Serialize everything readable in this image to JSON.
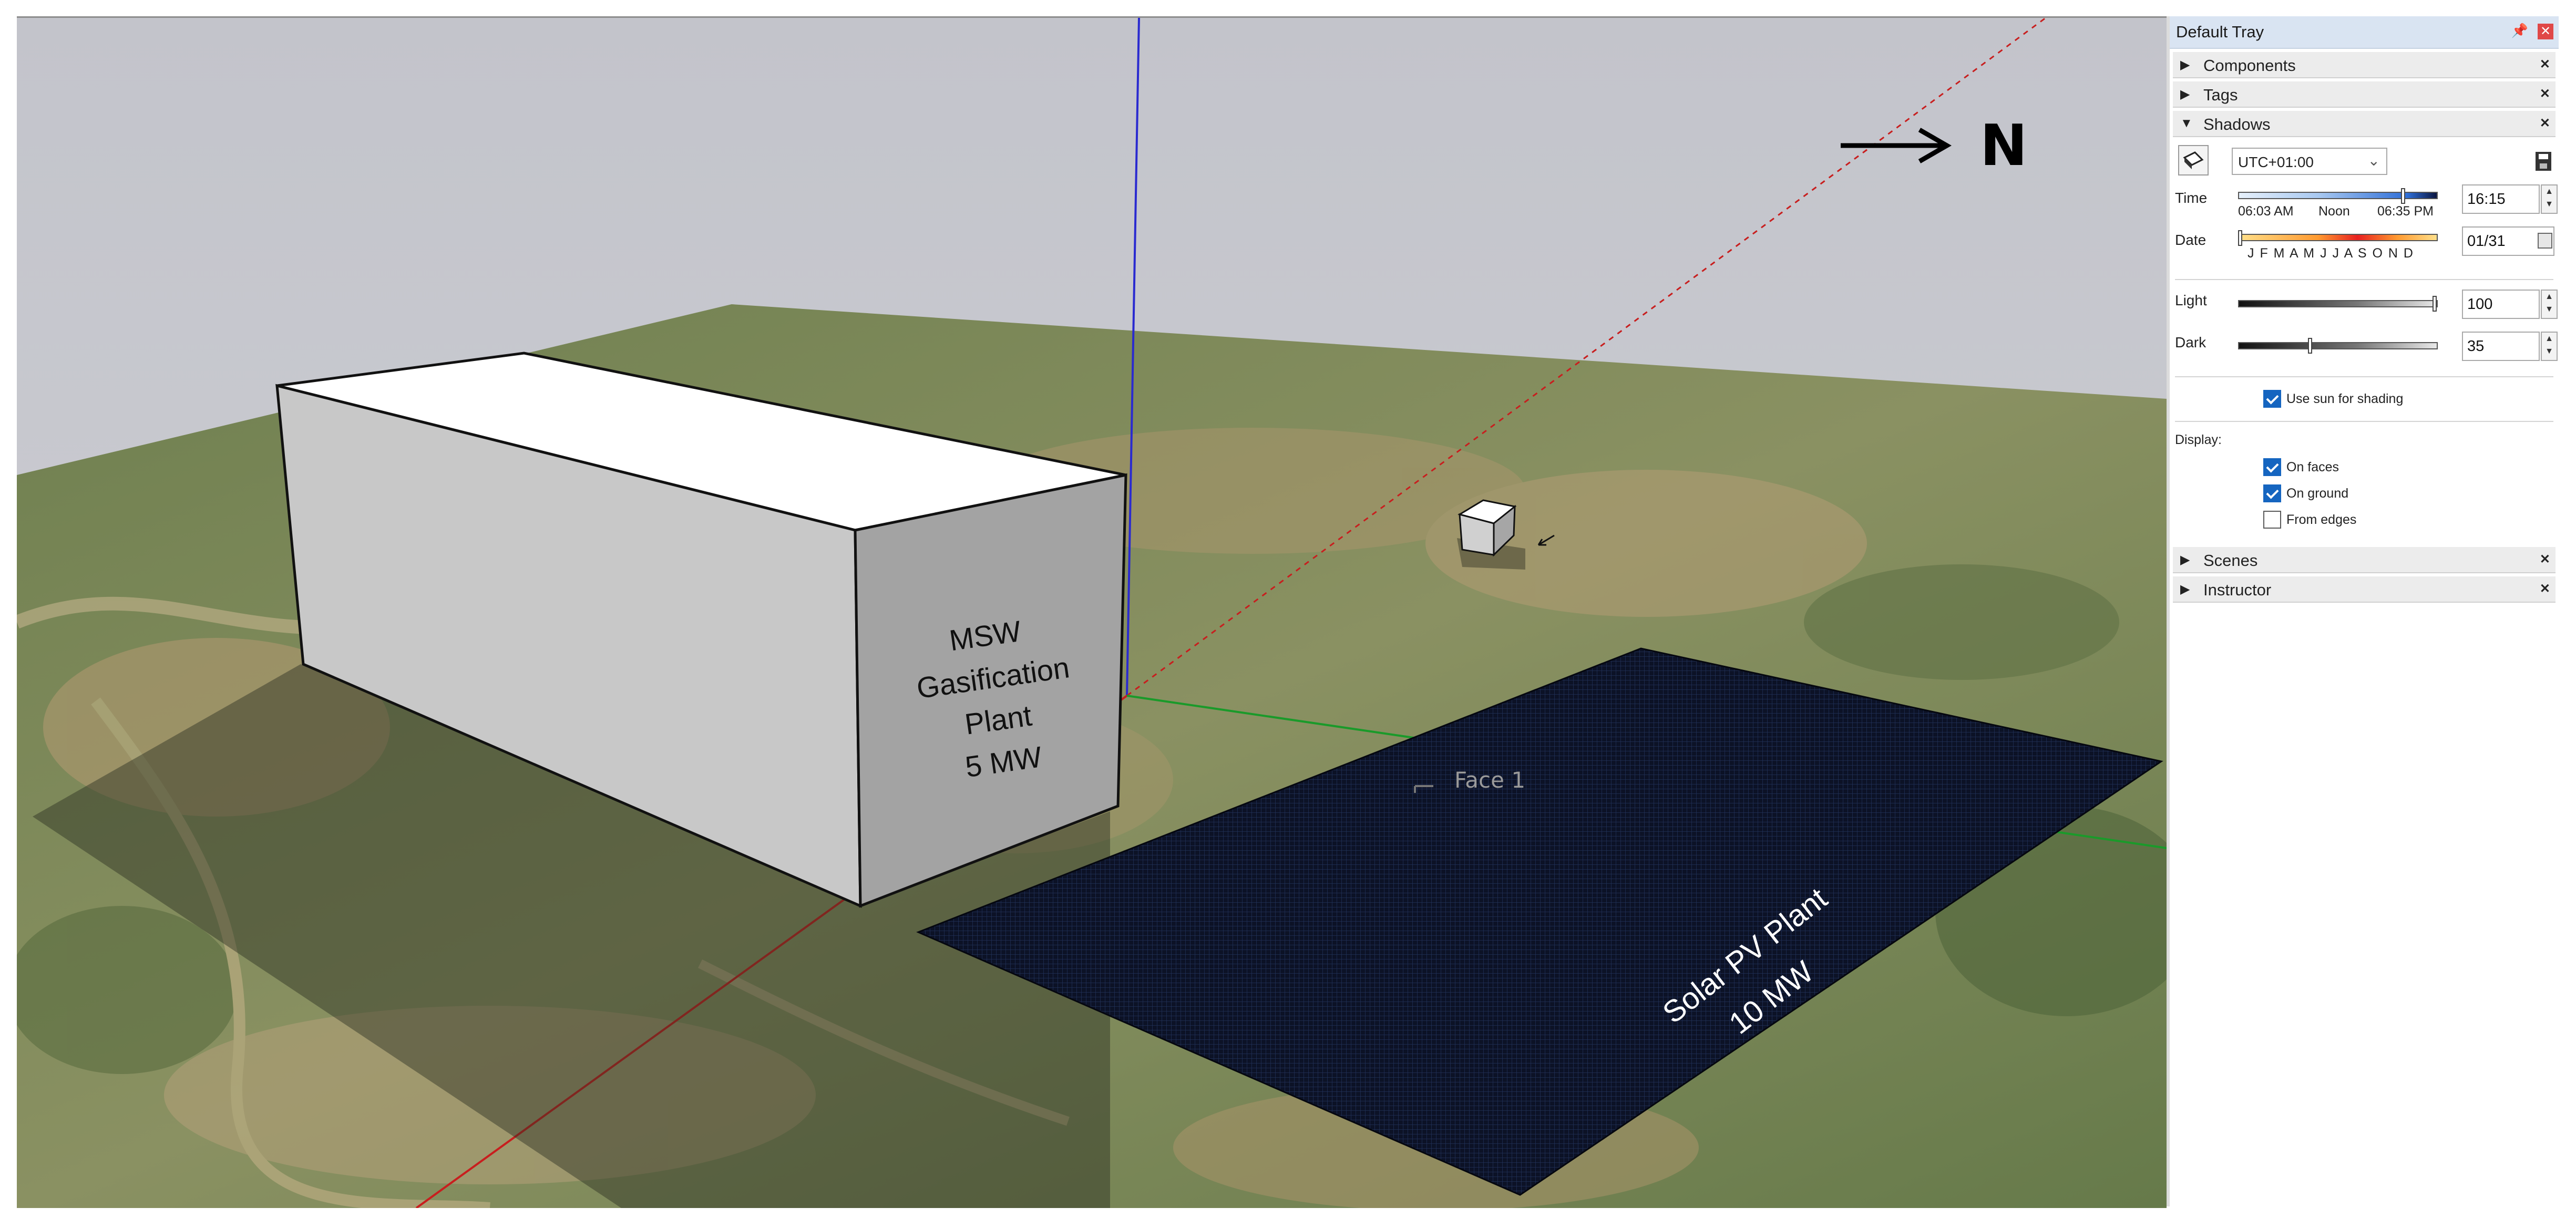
{
  "scene": {
    "north_label": "N",
    "building_label_lines": [
      "MSW",
      "Gasification",
      "Plant",
      "5 MW"
    ],
    "solar_label_lines": [
      "Solar PV Plant",
      "10 MW"
    ],
    "face_tooltip": "Face 1",
    "colors": {
      "sky": "#c6c7cd",
      "ground": "#7d8a5a",
      "solar": "#0c1226",
      "axis_blue": "#2a2ad0",
      "axis_red": "#c81e1e",
      "axis_green": "#1a9a2a"
    }
  },
  "tray": {
    "title": "Default Tray",
    "panels": {
      "components": "Components",
      "tags": "Tags",
      "shadows": "Shadows",
      "scenes": "Scenes",
      "instructor": "Instructor"
    },
    "shadows": {
      "timezone": "UTC+01:00",
      "time_label": "Time",
      "time_start": "06:03 AM",
      "time_noon": "Noon",
      "time_end": "06:35 PM",
      "time_value": "16:15",
      "date_label": "Date",
      "months": "J F M A M J J A S O N D",
      "date_value": "01/31",
      "light_label": "Light",
      "light_value": "100",
      "light_level_pct": 100,
      "dark_label": "Dark",
      "dark_value": "35",
      "dark_level_pct": 35,
      "use_sun_label": "Use sun for shading",
      "use_sun_checked": true,
      "display_label": "Display:",
      "on_faces_label": "On faces",
      "on_faces_checked": true,
      "on_ground_label": "On ground",
      "on_ground_checked": true,
      "from_edges_label": "From edges",
      "from_edges_checked": false
    }
  }
}
